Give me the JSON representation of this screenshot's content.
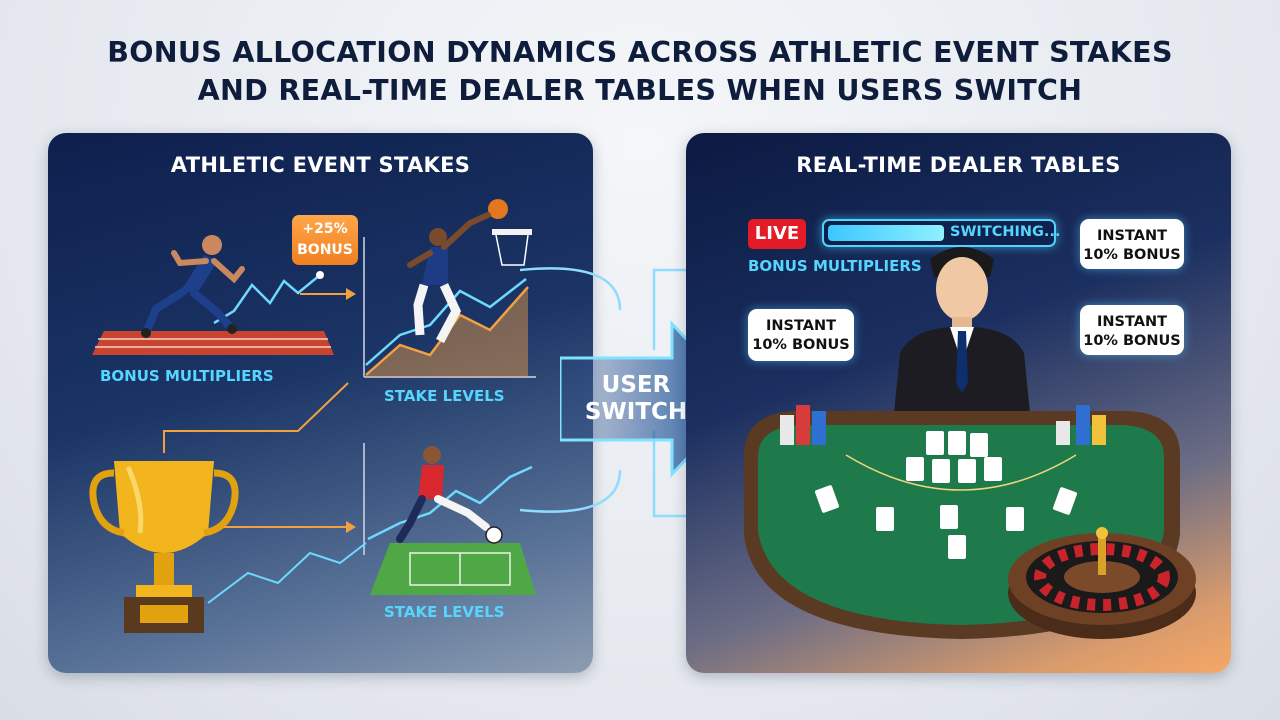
{
  "title": {
    "line1": "BONUS ALLOCATION DYNAMICS ACROSS ATHLETIC EVENT STAKES",
    "line2": "AND REAL-TIME DEALER TABLES WHEN USERS SWITCH"
  },
  "left_panel": {
    "title": "ATHLETIC EVENT STAKES",
    "bonus_tag": {
      "line1": "+25%",
      "line2": "BONUS"
    },
    "bonus_multipliers_label": "BONUS MULTIPLIERS",
    "stake_levels_top": "STAKE LEVELS",
    "stake_levels_bottom": "STAKE LEVELS"
  },
  "center": {
    "line1": "USER",
    "line2": "SWITCH"
  },
  "right_panel": {
    "title": "REAL-TIME DEALER TABLES",
    "live_badge": "LIVE",
    "switching_text": "SWITCHING...",
    "switching_progress": 0.5,
    "bonus_multipliers_label": "BONUS MULTIPLIERS",
    "bubbles": [
      {
        "line1": "INSTANT",
        "line2": "10% BONUS"
      },
      {
        "line1": "INSTANT",
        "line2": "10% BONUS"
      },
      {
        "line1": "INSTANT",
        "line2": "10% BONUS"
      }
    ]
  },
  "colors": {
    "title": "#0f1d3d",
    "accent_cyan": "#56d6ff",
    "accent_orange": "#f5a040",
    "live_red": "#e21b26",
    "felt_green": "#1f7a4b"
  },
  "icons": [
    "sprinter-icon",
    "basketball-player-icon",
    "trophy-icon",
    "soccer-player-icon",
    "dealer-icon",
    "blackjack-table-icon",
    "roulette-wheel-icon",
    "arrow-right-icon"
  ]
}
